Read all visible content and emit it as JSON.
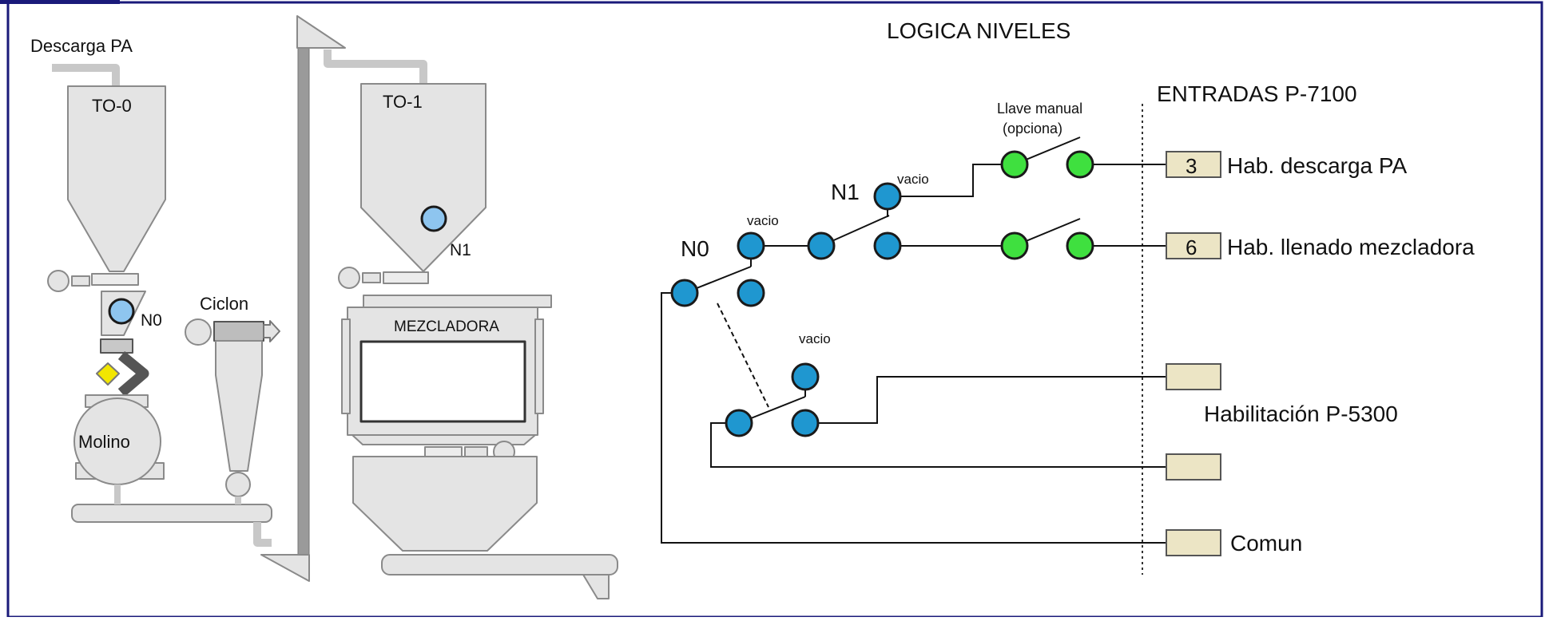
{
  "process": {
    "descarga_label": "Descarga PA",
    "to0_label": "TO-0",
    "to1_label": "TO-1",
    "n0_sensor_label": "N0",
    "n1_sensor_label": "N1",
    "ciclon_label": "Ciclon",
    "molino_label": "Molino",
    "mezcladora_label": "MEZCLADORA"
  },
  "logic": {
    "title": "LOGICA NIVELES",
    "entradas_title": "ENTRADAS P-7100",
    "llave_line1": "Llave manual",
    "llave_line2": "(opciona)",
    "n0_label": "N0",
    "n1_label": "N1",
    "vacio_n0": "vacio",
    "vacio_n1": "vacio",
    "vacio_lower": "vacio",
    "input_3_number": "3",
    "input_3_label": "Hab. descarga PA",
    "input_6_number": "6",
    "input_6_label": "Hab. llenado mezcladora",
    "habilitacion_label": "Habilitación P-5300",
    "comun_label": "Comun"
  },
  "colors": {
    "frame": "#1a1a7a",
    "equipment_fill": "#e4e4e4",
    "equipment_stroke": "#8a8a8a",
    "contact_blue": "#1f97d0",
    "contact_green": "#3fe03f",
    "sensor_light_blue": "#8ec5ef",
    "input_box": "#ece5c5",
    "wire": "#111111"
  }
}
